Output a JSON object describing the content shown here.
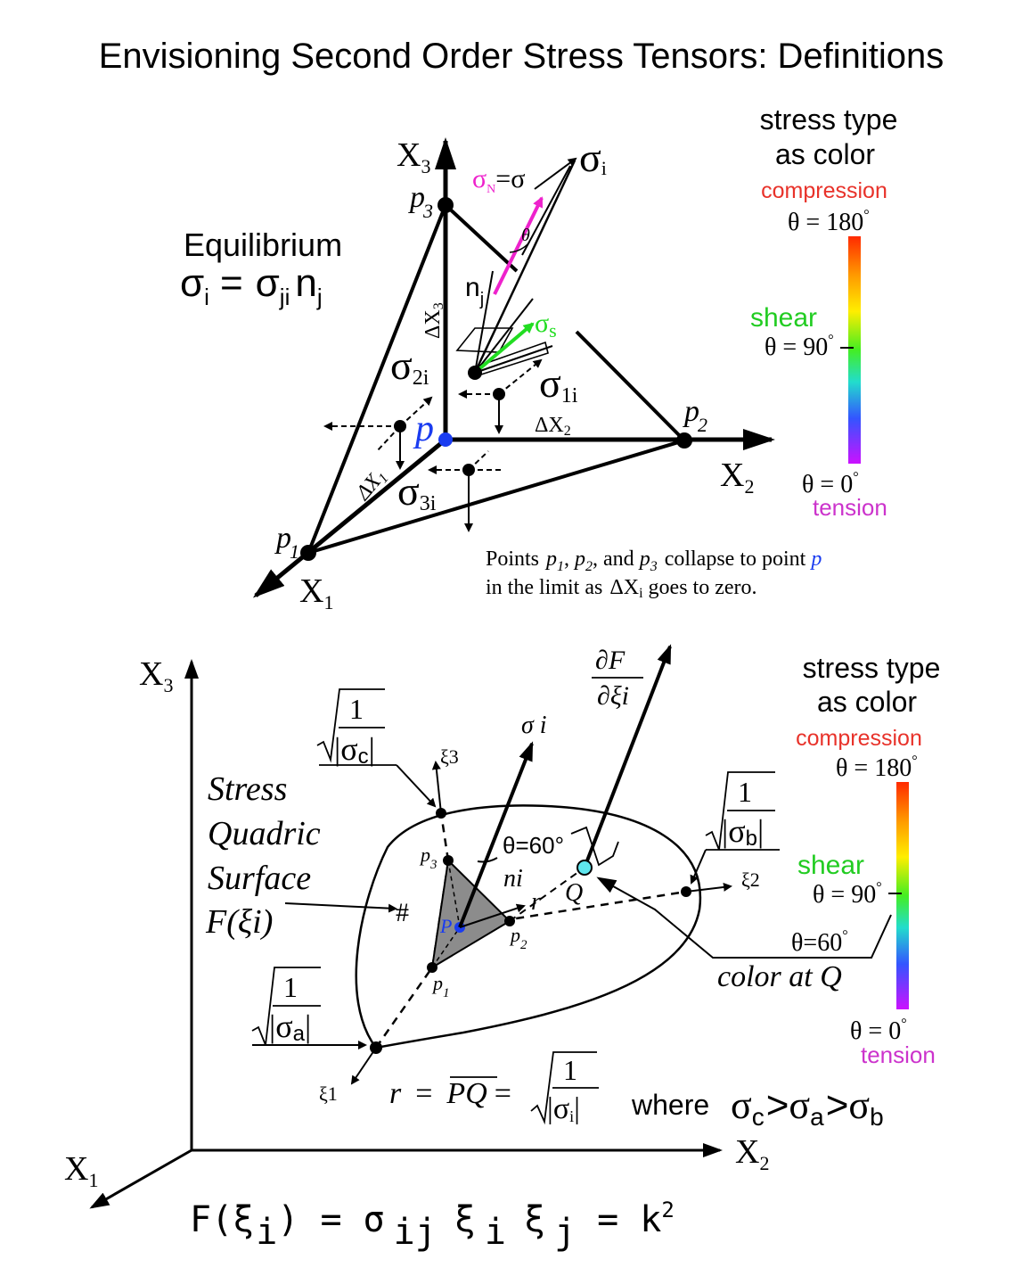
{
  "title": "Envisioning Second Order Stress Tensors: Definitions",
  "colors": {
    "ink": "#000000",
    "point_p": "#1a3cf0",
    "sigma_n": "#ee22cc",
    "sigma_s": "#22dd22",
    "compression": "#e8322a",
    "shear": "#22cc22",
    "tension": "#cc33cc",
    "point_q": "#5fe6ee",
    "facet_fill": "#8c8c8c"
  },
  "top": {
    "equilibrium": {
      "heading": "Equilibrium",
      "s1": "σ",
      "i": "i",
      "eq": "=",
      "s2": "σ",
      "ji": "ji",
      "n": "n",
      "j": "j"
    },
    "axes": {
      "x": "X",
      "x3_sub": "3",
      "x2_sub": "2",
      "x1_sub": "1"
    },
    "points": {
      "p": "p",
      "p1": "p",
      "p1_sub": "1",
      "p2": "p",
      "p2_sub": "2",
      "p3": "p",
      "p3_sub": "3"
    },
    "deltas": {
      "dx1": "ΔX",
      "dx1_sub": "1",
      "dx2": "ΔX",
      "dx2_sub": "2",
      "dx3": "ΔX",
      "dx3_sub": "3"
    },
    "sigma": {
      "sym": "σ",
      "sub_i": "i",
      "sub_1i": "1i",
      "sub_2i": "2i",
      "sub_3i": "3i"
    },
    "sigma_n": {
      "sym": "σ",
      "sub": "N",
      "rhs": "=σ"
    },
    "sigma_s": {
      "sym": "σ",
      "sub": "s"
    },
    "normal": {
      "n": "n",
      "sub": "j"
    },
    "theta": "θ",
    "caption": {
      "points_word": "Points",
      "p": "p",
      "s1": "1",
      "s2": "2",
      "s3": "3",
      "comma": ",",
      "and": ", and",
      "collapse": "collapse to point",
      "point_p": "p",
      "line2a": "in the limit as",
      "dx": "ΔX",
      "dx_sub": "i",
      "line2b": "goes to zero."
    }
  },
  "legend": {
    "title1": "stress type",
    "title2": "as color",
    "compression": "compression",
    "theta180": "θ = 180",
    "shear": "shear",
    "theta90": "θ = 90",
    "theta0": "θ = 0",
    "tension": "tension",
    "degree": "°"
  },
  "bottom": {
    "axes": {
      "x": "X",
      "x3_sub": "3",
      "x2_sub": "2",
      "x1_sub": "1"
    },
    "dfdxi": {
      "num": "∂F",
      "den": "∂ξi"
    },
    "sigma_i": "σ i",
    "xi": {
      "xi1": "ξ1",
      "xi2": "ξ2",
      "xi3": "ξ3"
    },
    "surface": {
      "l1": "Stress",
      "l2": "Quadric",
      "l3": "Surface",
      "l4": "F(ξi)"
    },
    "sqrt_one": "1",
    "sigma_c": {
      "sym": "σ",
      "sub": "c"
    },
    "sigma_b": {
      "sym": "σ",
      "sub": "b"
    },
    "sigma_a": {
      "sym": "σ",
      "sub": "a"
    },
    "theta60": "θ=60°",
    "ni": "ni",
    "r": "r",
    "Q": "Q",
    "P": "P",
    "hash": "#",
    "points": {
      "p": "p",
      "s1": "1",
      "s2": "2",
      "s3": "3"
    },
    "theta60_note": "θ=60",
    "degree": "°",
    "color_at_q": "color at Q",
    "r_def": {
      "r": "r",
      "eq": "=",
      "pq": "PQ",
      "eq2": "=",
      "sigma": "σ",
      "sub": "i"
    },
    "where": "where",
    "ineq": {
      "s": "σ",
      "c": "c",
      "gt": ">",
      "a": "a",
      "b": "b"
    },
    "formula": {
      "lhs": "F(ξ",
      "i": "i",
      "close": ")",
      "eq": "=",
      "sigma": "σ",
      "ij": "ij",
      "xi": "ξ",
      "j": "j",
      "k": "k",
      "two": "2"
    }
  }
}
